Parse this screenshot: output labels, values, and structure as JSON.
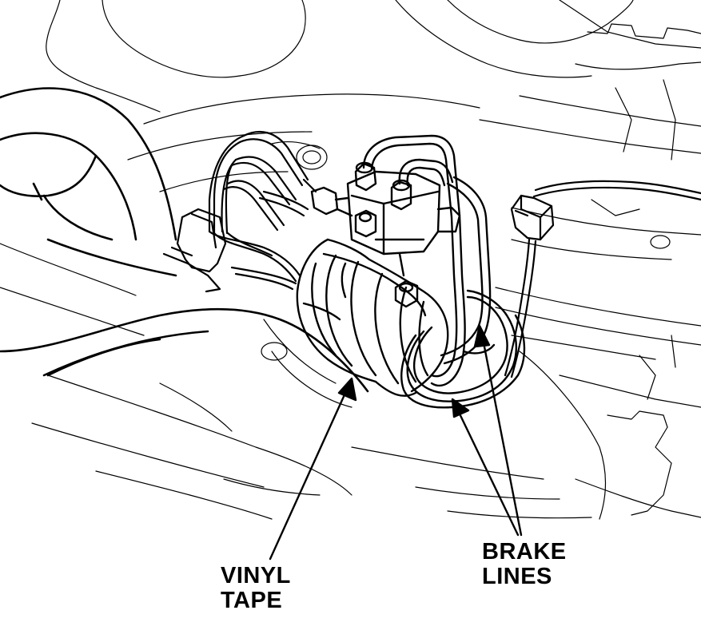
{
  "callouts": {
    "vinyl_tape": {
      "line1": "VINYL",
      "line2": "TAPE"
    },
    "brake_lines": {
      "line1": "BRAKE",
      "line2": "LINES"
    }
  },
  "colors": {
    "ink": "#000000",
    "paper": "#ffffff"
  }
}
